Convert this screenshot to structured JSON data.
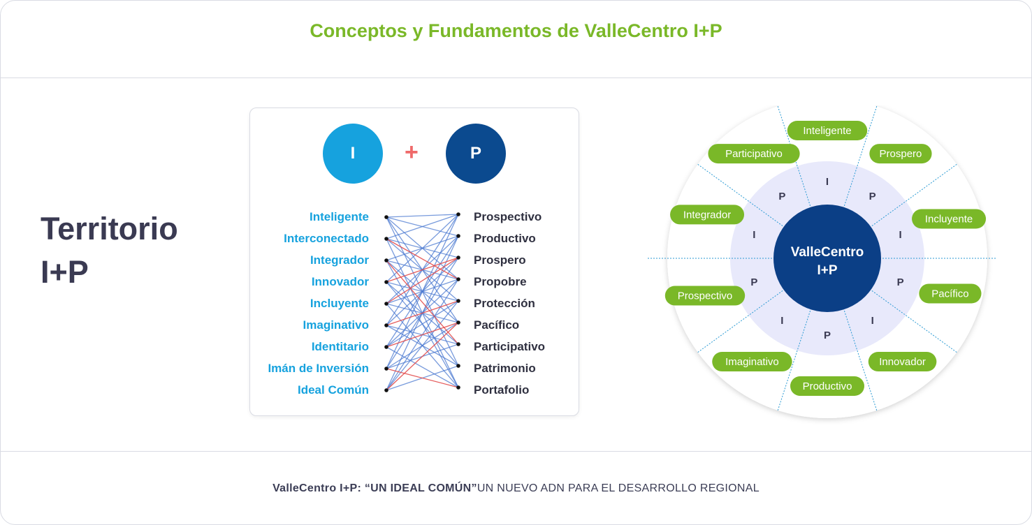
{
  "header": {
    "title": "Conceptos y Fundamentos de ValleCentro I+P"
  },
  "left_title": {
    "line1": "Territorio",
    "line2": "I+P"
  },
  "card": {
    "badge_i": "I",
    "badge_p": "P",
    "plus": "+",
    "left_words": [
      "Inteligente",
      "Interconectado",
      "Integrador",
      "Innovador",
      "Incluyente",
      "Imaginativo",
      "Identitario",
      "Imán de Inversión",
      "Ideal Común"
    ],
    "right_words": [
      "Prospectivo",
      "Productivo",
      "Prospero",
      "Propobre",
      "Protección",
      "Pacífico",
      "Participativo",
      "Patrimonio",
      "Portafolio"
    ],
    "links_blue": [
      [
        0,
        0
      ],
      [
        0,
        1
      ],
      [
        0,
        3
      ],
      [
        0,
        5
      ],
      [
        0,
        7
      ],
      [
        1,
        0
      ],
      [
        1,
        2
      ],
      [
        1,
        4
      ],
      [
        1,
        8
      ],
      [
        2,
        1
      ],
      [
        2,
        3
      ],
      [
        2,
        5
      ],
      [
        2,
        8
      ],
      [
        3,
        0
      ],
      [
        3,
        4
      ],
      [
        3,
        6
      ],
      [
        3,
        7
      ],
      [
        4,
        1
      ],
      [
        4,
        3
      ],
      [
        4,
        5
      ],
      [
        4,
        8
      ],
      [
        5,
        0
      ],
      [
        5,
        2
      ],
      [
        5,
        6
      ],
      [
        5,
        7
      ],
      [
        6,
        1
      ],
      [
        6,
        3
      ],
      [
        6,
        4
      ],
      [
        6,
        8
      ],
      [
        7,
        0
      ],
      [
        7,
        2
      ],
      [
        7,
        5
      ],
      [
        7,
        6
      ],
      [
        8,
        1
      ],
      [
        8,
        3
      ],
      [
        8,
        4
      ],
      [
        8,
        7
      ]
    ],
    "links_red": [
      [
        1,
        3
      ],
      [
        2,
        6
      ],
      [
        3,
        2
      ],
      [
        4,
        2
      ],
      [
        5,
        4
      ],
      [
        6,
        5
      ],
      [
        7,
        8
      ],
      [
        8,
        5
      ]
    ]
  },
  "wheel": {
    "center_label_1": "ValleCentro",
    "center_label_2": "I+P",
    "segment_letters": [
      "I",
      "P",
      "I",
      "P",
      "I",
      "P",
      "I",
      "P",
      "I",
      "P"
    ],
    "pills": [
      "Inteligente",
      "Prospero",
      "Incluyente",
      "Pacífico",
      "Innovador",
      "Productivo",
      "Imaginativo",
      "Prospectivo",
      "Integrador",
      "Participativo"
    ],
    "colors": {
      "outer": "#ffffff",
      "middle": "#e8e9fb",
      "center": "#0b3f86",
      "pill": "#7ab828",
      "divider": "#2a9ad3"
    }
  },
  "footer": {
    "bold_part": "ValleCentro I+P: “UN IDEAL COMÚN”",
    "regular_part": " UN NUEVO ADN PARA EL DESARROLLO REGIONAL"
  }
}
